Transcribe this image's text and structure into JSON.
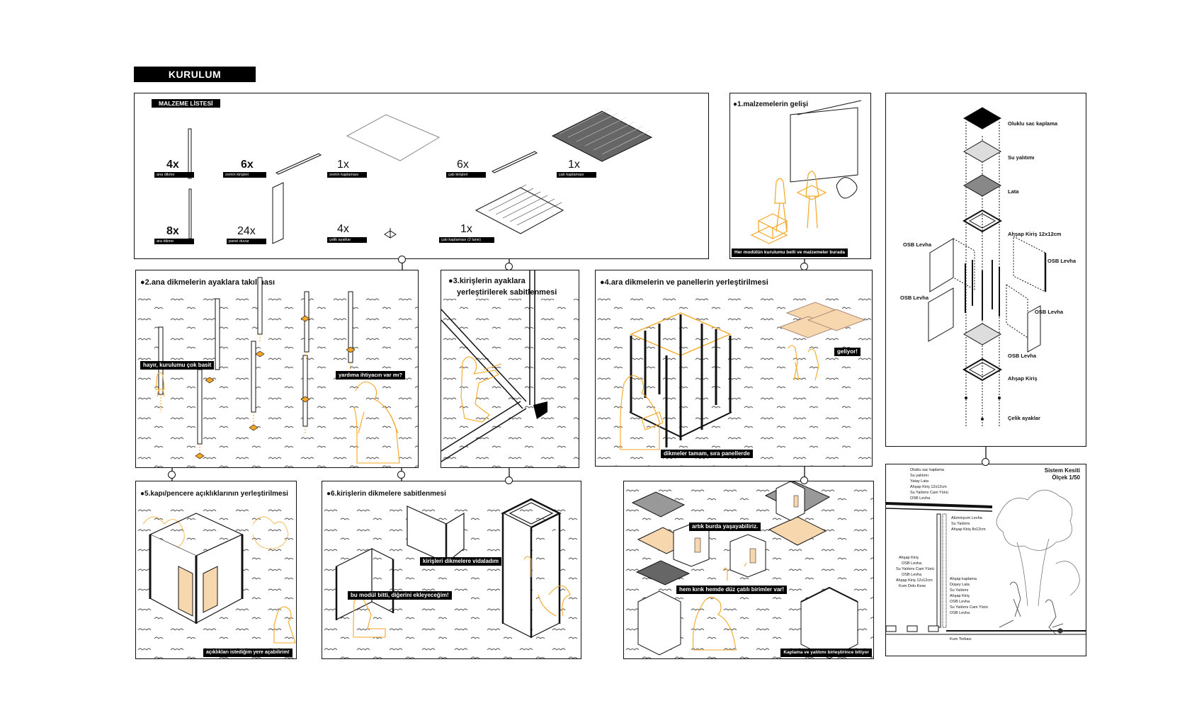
{
  "header": {
    "title": "KURULUM"
  },
  "materials": {
    "heading": "MALZEME LİSTESİ",
    "items": [
      {
        "qty": "4x",
        "label": "ana dikme"
      },
      {
        "qty": "6x",
        "label": "zemin kirişleri"
      },
      {
        "qty": "1x",
        "label": "zemin kaplaması"
      },
      {
        "qty": "6x",
        "label": "çatı kirişleri"
      },
      {
        "qty": "1x",
        "label": "çatı kaplaması"
      },
      {
        "qty": "8x",
        "label": "ara dikme"
      },
      {
        "qty": "24x",
        "label": "panel duvar"
      },
      {
        "qty": "4x",
        "label": "çelik ayaklar"
      },
      {
        "qty": "1x",
        "label": "çatı kaplaması (2 tane)"
      }
    ]
  },
  "steps": {
    "s1": {
      "title": "●1.malzemelerin gelişi",
      "caption": "Her modülün kurulumu belli ve malzemeler burada"
    },
    "s2": {
      "title": "●2.ana dikmelerin ayaklara takılması",
      "bubble1": "hayır, kurulumu çok basit",
      "bubble2": "yardıma ihtiyacın var mı?"
    },
    "s3": {
      "title_line1": "●3.kirişlerin ayaklara",
      "title_line2": "yerleştirilerek sabitlenmesi"
    },
    "s4": {
      "title": "●4.ara dikmelerin ve panellerin yerleştirilmesi",
      "bubble1": "geliyor!",
      "bubble2": "dikmeler tamam, sıra panellerde"
    },
    "s5": {
      "title": "●5.kapı/pencere açıklıklarının yerleştirilmesi",
      "caption": "açıklıkları istediğim yere açabilirim!"
    },
    "s6": {
      "title": "●6.kirişlerin dikmelere sabitlenmesi",
      "bubble1": "kirişleri dikmelere vidaladım",
      "bubble2": "bu modül bitti, diğerini ekleyeceğim!"
    },
    "s7": {
      "bubble1": "artık burda yaşayabiliriz.",
      "bubble2": "hem kırık hemde düz çatılı birimler var!",
      "caption": "Kaplama ve yalıtımı birleştirince bitiyor"
    }
  },
  "exploded": {
    "labels": [
      "Oluklu sac kaplama",
      "Su yalıtımı",
      "Lata",
      "Ahşap Kiriş 12x12cm",
      "OSB Levha",
      "OSB Levha",
      "OSB Levha",
      "OSB Levha",
      "OSB Levha",
      "Ahşap Kiriş",
      "Çelik ayaklar"
    ]
  },
  "section": {
    "title_line1": "Sistem Kesiti",
    "title_line2": "Ölçek 1/50",
    "roof_layers": [
      "Oluklu sac kaplama",
      "Su yalıtımı",
      "Yatay Lata",
      "Ahşap Kiriş 12x12cm",
      "Su Yalıtımı Cam Yünü",
      "OSB Levha"
    ],
    "beam_layers": [
      "Alüminyum Levha",
      "Su Yalıtımı",
      "Ahşap Kiriş 8x12cm"
    ],
    "wall_layers": [
      "Ahşap Kiriş",
      "OSB Levha",
      "Su Yalıtımı Cam Yünü",
      "OSB Levha",
      "Ahşap Kiriş 12x12cm",
      "Kum Dolu Kese"
    ],
    "floor_layers": [
      "Ahşap kaplama",
      "Düşey Lata",
      "Su Yalıtımı",
      "Ahşap Kiriş",
      "OSB Levha",
      "Su Yalıtımı Cam Yünü",
      "OSB Levha"
    ],
    "ground_label": "Kum Torbası"
  },
  "colors": {
    "accent": "#f5a623",
    "panel_fill": "#f7d7ae",
    "line": "#111111"
  }
}
